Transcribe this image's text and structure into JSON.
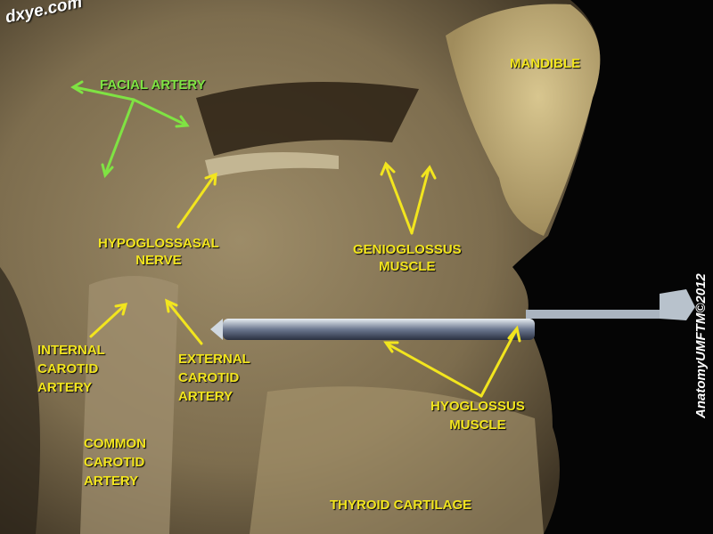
{
  "watermark": "dxye.com",
  "credit": "AnatomyUMFTM©2012",
  "labels": {
    "mandible": "MANDIBLE",
    "facial_artery": "FACIAL ARTERY",
    "hypoglossal_nerve": [
      "HYPOGLOSSASAL",
      "NERVE"
    ],
    "genioglossus": [
      "GENIOGLOSSUS",
      "MUSCLE"
    ],
    "internal_carotid": [
      "INTERNAL",
      "CAROTID",
      "ARTERY"
    ],
    "external_carotid": [
      "EXTERNAL",
      "CAROTID",
      "ARTERY"
    ],
    "hyoglossus": [
      "HYOGLOSSUS",
      "MUSCLE"
    ],
    "common_carotid": [
      "COMMON",
      "CAROTID",
      "ARTERY"
    ],
    "thyroid_cartilage": "THYROID CARTILAGE"
  },
  "colors": {
    "label": "#f2e51e",
    "facial_artery": "#7fe343",
    "background": "#050505"
  }
}
